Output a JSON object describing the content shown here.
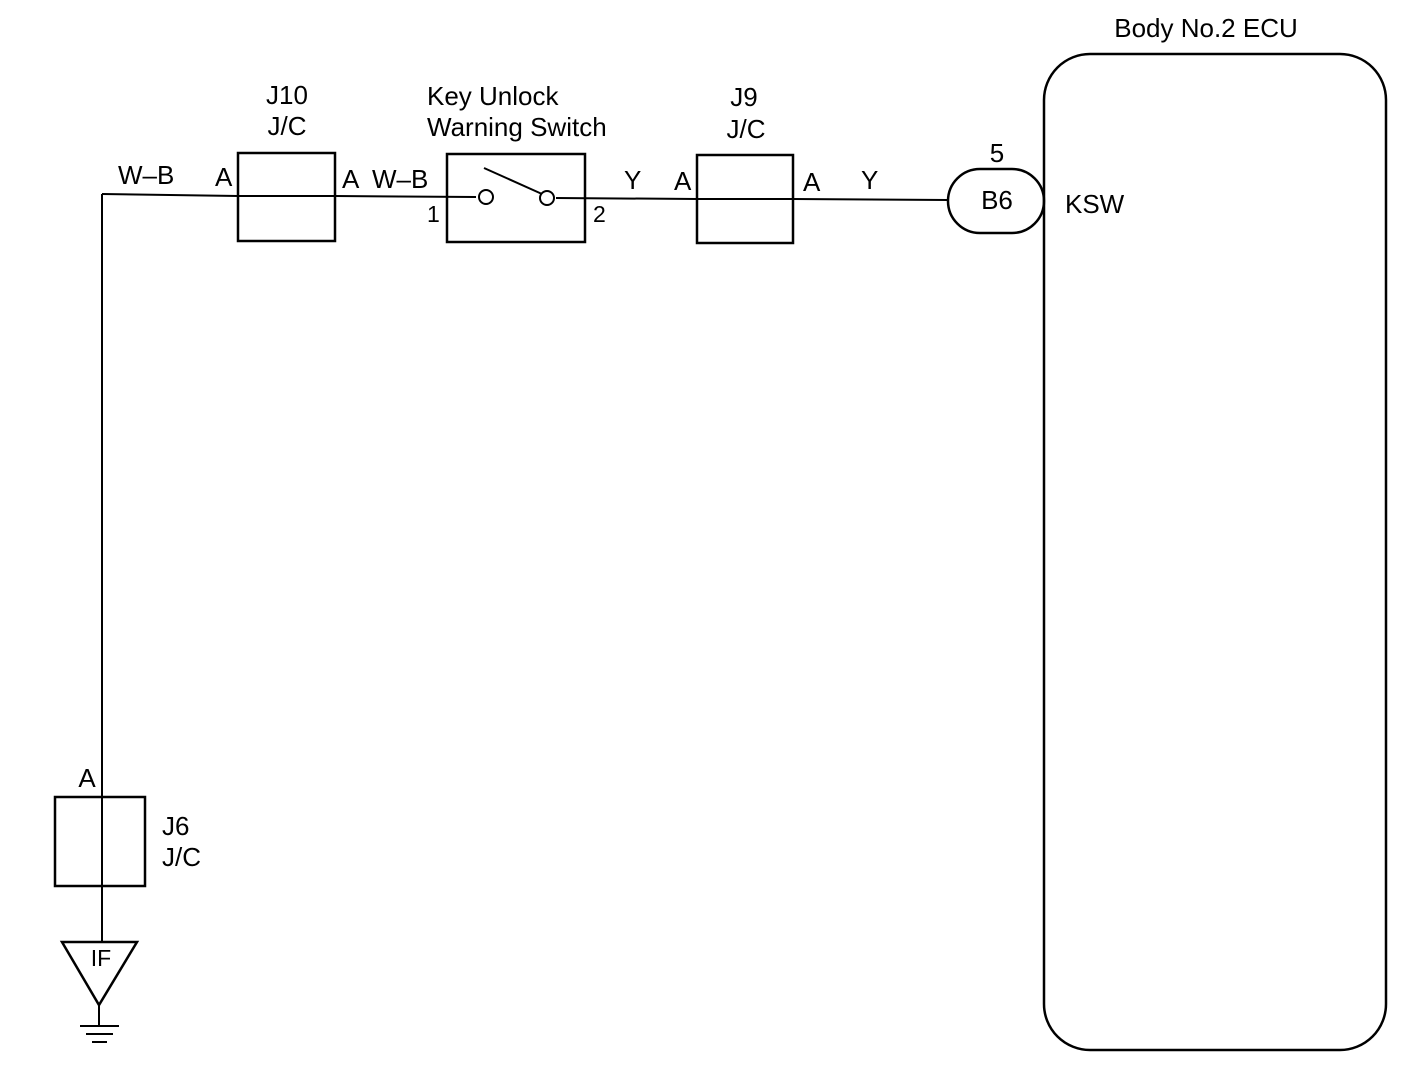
{
  "ecu": {
    "title": "Body No.2 ECU",
    "pin_label": "KSW"
  },
  "connector_b6": {
    "name": "B6",
    "pin": "5"
  },
  "jc_j10": {
    "name": "J10",
    "type": "J/C",
    "pin_left": "A",
    "pin_right": "A"
  },
  "jc_j9": {
    "name": "J9",
    "type": "J/C",
    "pin_left": "A",
    "pin_right": "A"
  },
  "jc_j6": {
    "name": "J6",
    "type": "J/C",
    "pin_top": "A"
  },
  "switch": {
    "line1": "Key Unlock",
    "line2": "Warning Switch",
    "pin1": "1",
    "pin2": "2"
  },
  "wires": {
    "ground_to_j10": "W–B",
    "j10_to_switch": "W–B",
    "switch_to_j9": "Y",
    "j9_to_ecu": "Y"
  },
  "ground": {
    "label": "IF"
  }
}
